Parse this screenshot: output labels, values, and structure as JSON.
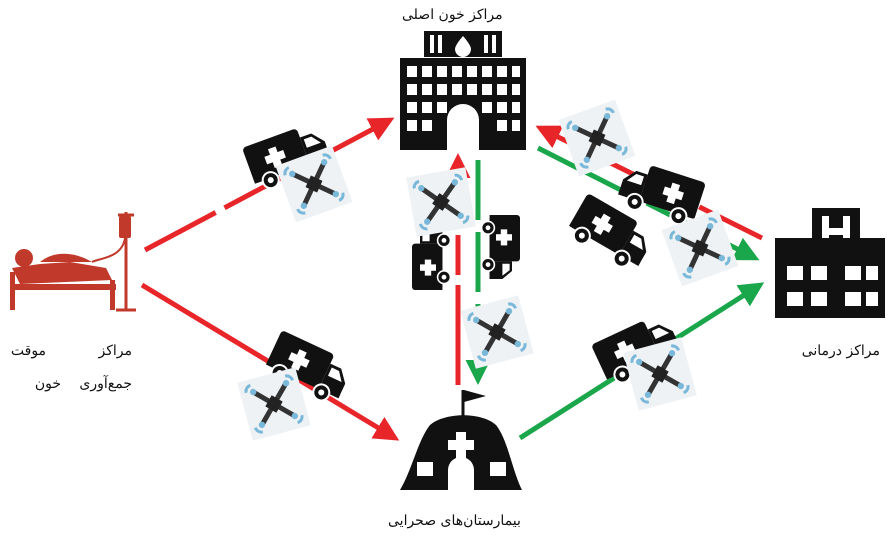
{
  "labels": {
    "main_center": "مراکز خون اصلی",
    "temp_center_line1": "مراکز موقت",
    "temp_center_line2": "جمع‌آوری خون",
    "treatment_center": "مراکز درمانی",
    "field_hospitals": "بیمارستان‌های صحرایی"
  },
  "colors": {
    "red_route": "#e8262a",
    "green_route": "#1aa64a",
    "icon": "#111111",
    "drone_accent": "#7ab8d9",
    "patient": "#c0392b"
  },
  "icons": [
    "patient-bed-icon",
    "blood-bank-building-icon",
    "hospital-building-icon",
    "field-hospital-tent-icon",
    "ambulance-icon",
    "drone-icon"
  ]
}
